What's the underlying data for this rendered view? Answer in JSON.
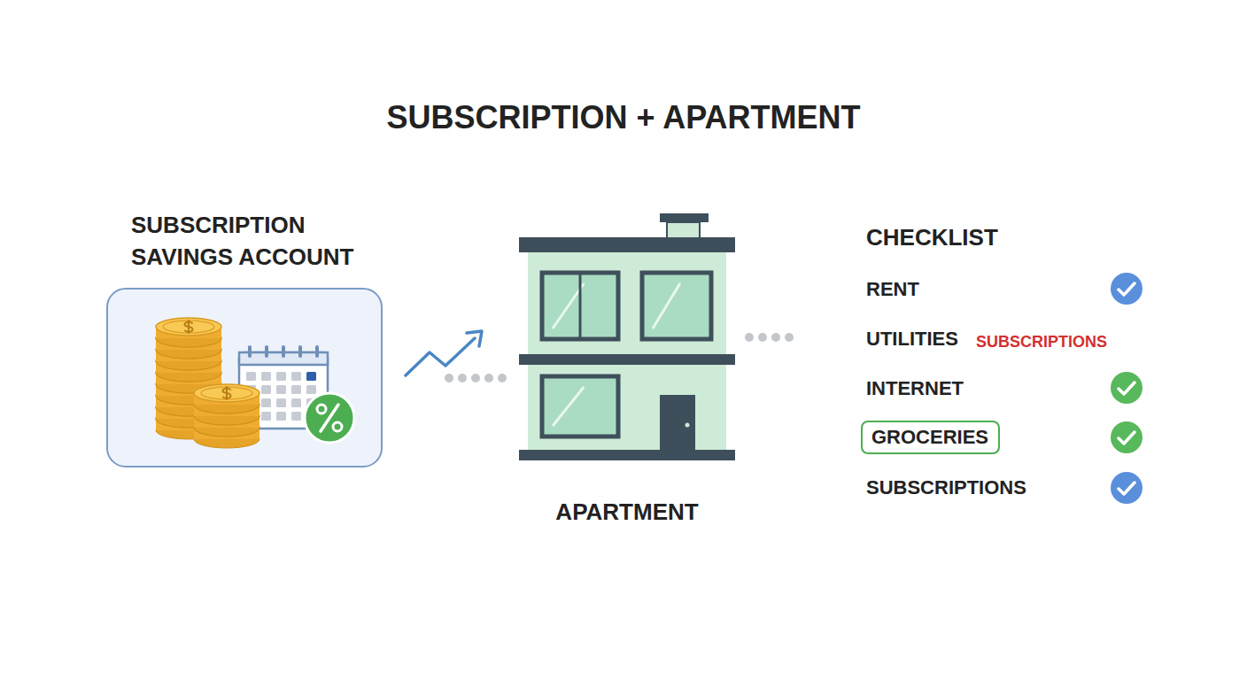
{
  "diagram": {
    "title": "SUBSCRIPTION + APARTMENT",
    "nodes": [
      {
        "text": [
          "SUBSCRIPTION SAVINGS ACCOUNT"
        ]
      },
      {
        "text": [
          "APARTMENT"
        ]
      },
      {
        "text": [
          "CHECKLIST"
        ]
      },
      {
        "text": [
          "GROCERIES"
        ],
        "in": 2
      }
    ],
    "edges": [
      {
        "from": 0,
        "to": 1,
        "arrow": "none"
      },
      {
        "from": 1,
        "to": 2,
        "arrow": "none"
      }
    ],
    "labels": [
      "RENT",
      "UTILITIES",
      "SUBSCRIPTIONS",
      "INTERNET",
      "SUBSCRIPTIONS"
    ]
  }
}
